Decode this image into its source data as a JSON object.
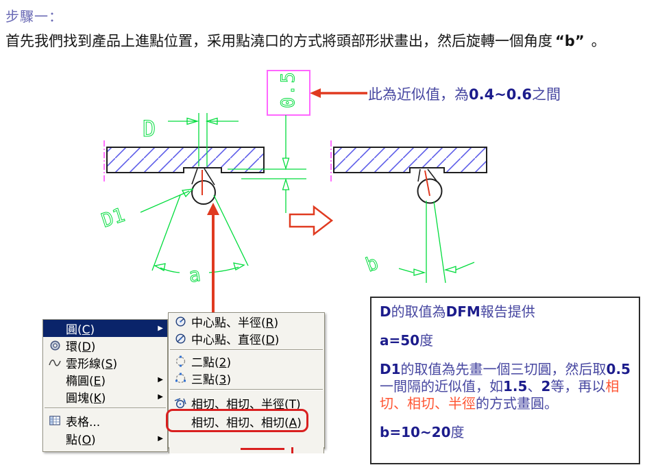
{
  "header": {
    "title": "步驟一：",
    "body_main": "首先我們找到產品上進點位置，采用點澆口的方式將頭部形狀畫出，然后旋轉一個角度",
    "body_b": "“b”",
    "body_end": "。"
  },
  "annotation": {
    "pre": "此為近似值，為",
    "range": "0.4~0.6",
    "post": "之間"
  },
  "drawing": {
    "dim_d": "D",
    "dim_d1": "D1",
    "angle_a": "a",
    "angle_b": "b",
    "gap_value": "0.5"
  },
  "context_menu": {
    "items": [
      {
        "pre": "圓(",
        "key": "C",
        "post": ")"
      },
      {
        "pre": "環(",
        "key": "D",
        "post": ")"
      },
      {
        "pre": "雲形線(",
        "key": "S",
        "post": ")"
      },
      {
        "pre": "橢圓(",
        "key": "E",
        "post": ")"
      },
      {
        "pre": "圓塊(",
        "key": "K",
        "post": ")"
      },
      {
        "pre": "表格...",
        "key": "",
        "post": ""
      },
      {
        "pre": "點(",
        "key": "O",
        "post": ")"
      }
    ]
  },
  "submenu": {
    "items": [
      {
        "pre": "中心點、半徑(",
        "key": "R",
        "post": ")"
      },
      {
        "pre": "中心點、直徑(",
        "key": "D",
        "post": ")"
      },
      {
        "pre": "二點(",
        "key": "2",
        "post": ")"
      },
      {
        "pre": "三點(",
        "key": "3",
        "post": ")"
      },
      {
        "pre": "相切、相切、半徑(",
        "key": "T",
        "post": ")"
      },
      {
        "pre": "相切、相切、相切(",
        "key": "A",
        "post": ")"
      }
    ]
  },
  "info_box": {
    "l1a": "D",
    "l1b": "的取值為",
    "l1c": "DFM",
    "l1d": "報告提供",
    "l2a": "a=50",
    "l2b": "度",
    "l3a": "D1",
    "l3b": "的取值為先畫一個三切圓，然后",
    "l4a": "取",
    "l4b": "0.5",
    "l4c": "一間隔的近似值，如",
    "l4d": "1.5",
    "l4e": "、",
    "l4f": "2",
    "l4g": "等，",
    "l5a": "再以",
    "l5b": "相切、相切、半徑",
    "l5c": "的方式畫圓。",
    "l6a": "b=10~20",
    "l6b": "度"
  },
  "colors": {
    "title_purple": "#6A6AB5",
    "note_purple": "#4646A0",
    "note_navy_bold": "#1C1C8C",
    "note_red": "#FF5533",
    "cad_green": "#00DC3C",
    "hatch_blue": "#5C5CE8",
    "centerline_magenta": "#FF4DFF",
    "gap_box_magenta": "#FF66FF",
    "arrow_red": "#E03A20",
    "highlight_box_red": "#D91F1F",
    "menu_bg": "#F4F3EE",
    "menu_highlight": "#0A246A"
  }
}
